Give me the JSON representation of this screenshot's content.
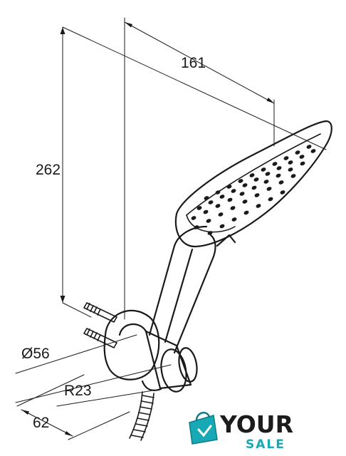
{
  "dimensions": {
    "width_label": "161",
    "height_label": "262",
    "diameter_label": "Ø56",
    "radius_label": "R23",
    "depth_label": "62"
  },
  "logo": {
    "word_top": "YOUR",
    "word_bottom": "SALE",
    "colors": {
      "accent": "#17a9b5",
      "dark": "#1c1c1c"
    },
    "icon": "shopping-bag-icon"
  },
  "colors": {
    "line": "#1a1a1a",
    "background": "#ffffff"
  }
}
